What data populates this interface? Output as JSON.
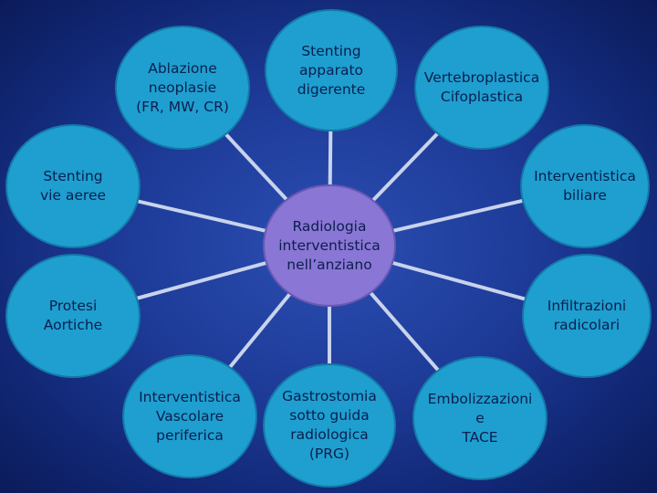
{
  "center": "Radiologia\ninterventistica\nnell’anziano",
  "nodes": [
    "Ablazione\nneoplasie\n(FR, MW, CR)",
    "Stenting\napparato\ndigerente",
    "Vertebroplastica\nCifoplastica",
    "Stenting\nvie aeree",
    "Interventistica\nbiliare",
    "Protesi\nAortiche",
    "Infiltrazioni\nradicolari",
    "Interventistica\nVascolare\nperiferica",
    "Gastrostomia\nsotto guida\nradiologica\n(PRG)",
    "Embolizzazioni\ne\nTACE"
  ],
  "colors": {
    "node_fill": "#1e9fd0",
    "center_fill": "#8a76d4",
    "spoke": "#c8d3ec"
  }
}
